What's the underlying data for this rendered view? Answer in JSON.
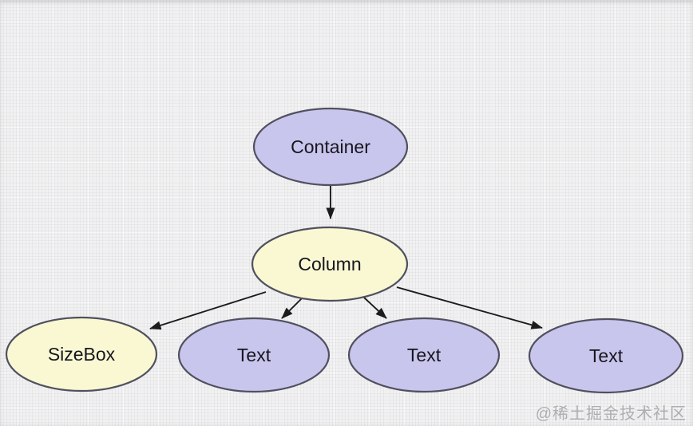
{
  "diagram": {
    "type": "tree",
    "nodes": {
      "container": {
        "label": "Container",
        "fill": "#c9c6ed"
      },
      "column": {
        "label": "Column",
        "fill": "#f9f8d3"
      },
      "sizebox": {
        "label": "SizeBox",
        "fill": "#f9f8d3"
      },
      "text1": {
        "label": "Text",
        "fill": "#c9c6ed"
      },
      "text2": {
        "label": "Text",
        "fill": "#c9c6ed"
      },
      "text3": {
        "label": "Text",
        "fill": "#c9c6ed"
      }
    },
    "edges": [
      {
        "from": "Container",
        "to": "Column"
      },
      {
        "from": "Column",
        "to": "SizeBox"
      },
      {
        "from": "Column",
        "to": "Text"
      },
      {
        "from": "Column",
        "to": "Text"
      },
      {
        "from": "Column",
        "to": "Text"
      }
    ],
    "colors": {
      "node_border": "#50505f",
      "arrow": "#1b1b1b",
      "label_text": "#16161e",
      "background": "#f1f1f2"
    }
  },
  "watermark": {
    "text": "@稀土掘金技术社区",
    "color": "#aeaeb2"
  }
}
